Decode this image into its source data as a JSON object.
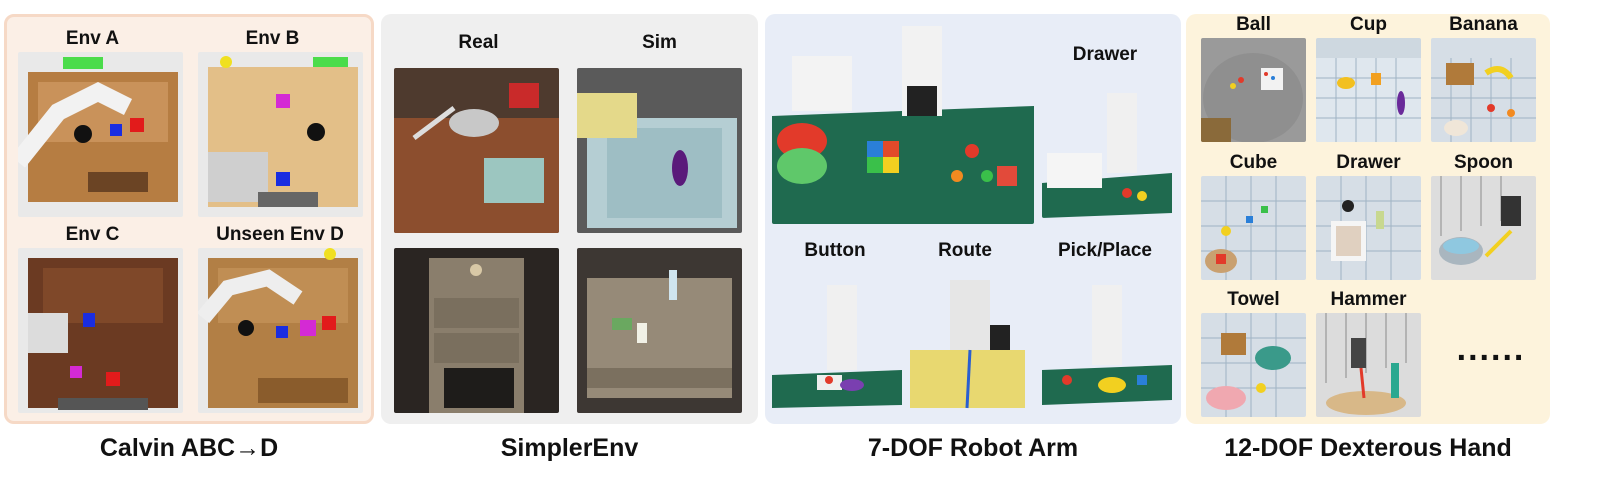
{
  "panels": {
    "calvin": {
      "caption": "Calvin ABC→D",
      "labels": [
        "Env A",
        "Env B",
        "Env C",
        "Unseen Env D"
      ]
    },
    "simpler": {
      "caption": "SimplerEnv",
      "labels": [
        "Real",
        "Sim"
      ]
    },
    "robot_arm": {
      "caption": "7-DOF Robot Arm",
      "labels": [
        "Drawer",
        "Button",
        "Route",
        "Pick/Place"
      ]
    },
    "dexterous": {
      "caption": "12-DOF Dexterous Hand",
      "labels": [
        "Ball",
        "Cup",
        "Banana",
        "Cube",
        "Drawer",
        "Spoon",
        "Towel",
        "Hammer"
      ],
      "ellipsis": "......"
    }
  },
  "colors": {
    "calvin_bg": "#fbefe6",
    "simpler_bg": "#efefef",
    "arm_bg": "#e8edf7",
    "hand_bg": "#fdf3dc"
  }
}
